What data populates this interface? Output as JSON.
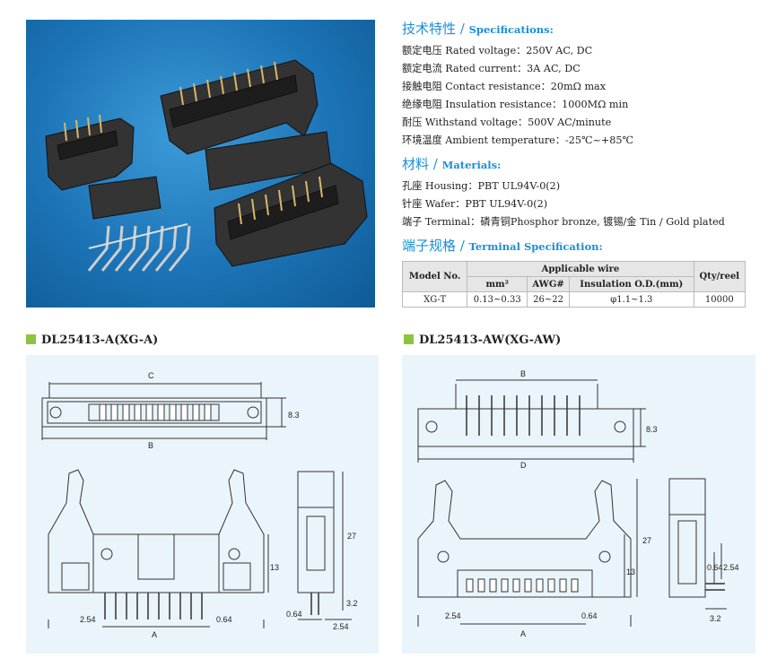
{
  "specifications": {
    "title_cn": "技术特性",
    "title_sep": " / ",
    "title_en": "Specifications:",
    "lines": [
      "额定电压 Rated voltage：250V AC, DC",
      "额定电流 Rated current：3A AC, DC",
      "接触电阻 Contact resistance：20mΩ max",
      "绝缘电阻 Insulation resistance：1000MΩ min",
      "耐压 Withstand voltage：500V AC/minute",
      "环境温度 Ambient temperature：-25℃~+85℃"
    ]
  },
  "materials": {
    "title_cn": "材料",
    "title_sep": " / ",
    "title_en": "Materials:",
    "lines": [
      "孔座 Housing：PBT UL94V-0(2)",
      "针座 Wafer：PBT UL94V-0(2)",
      "端子 Terminal：磷青铜Phosphor bronze, 镀锡/金 Tin / Gold plated"
    ]
  },
  "terminal": {
    "title_cn": "端子规格",
    "title_sep": " / ",
    "title_en": "Terminal Specification:",
    "col_model": "Model No.",
    "col_wire": "Applicable wire",
    "col_qty": "Qty/reel",
    "sub_mm": "mm²",
    "sub_awg": "AWG#",
    "sub_od": "Insulation O.D.(mm)",
    "row": {
      "model": "XG-T",
      "mm": "0.13~0.33",
      "awg": "26~22",
      "od": "φ1.1~1.3",
      "qty": "10000"
    }
  },
  "drawing_a": {
    "title": "DL25413-A(XG-A)",
    "dims": {
      "C": "C",
      "B": "B",
      "A": "A",
      "h1": "8.3",
      "h2": "27",
      "h3": "13",
      "h4": "3.2",
      "p1": "2.54",
      "p2": "0.64",
      "p3": "0.64",
      "p4": "2.54"
    }
  },
  "drawing_aw": {
    "title": "DL25413-AW(XG-AW)",
    "dims": {
      "B": "B",
      "D": "D",
      "A": "A",
      "h1": "8.3",
      "h2": "27",
      "h3": "13",
      "p1": "2.54",
      "p2": "0.64",
      "p3": "0.64",
      "p4": "2.54",
      "p5": "3.2"
    }
  },
  "colors": {
    "accent": "#1a8fd8",
    "marker": "#8bc540",
    "panel": "#eaf4fb"
  }
}
